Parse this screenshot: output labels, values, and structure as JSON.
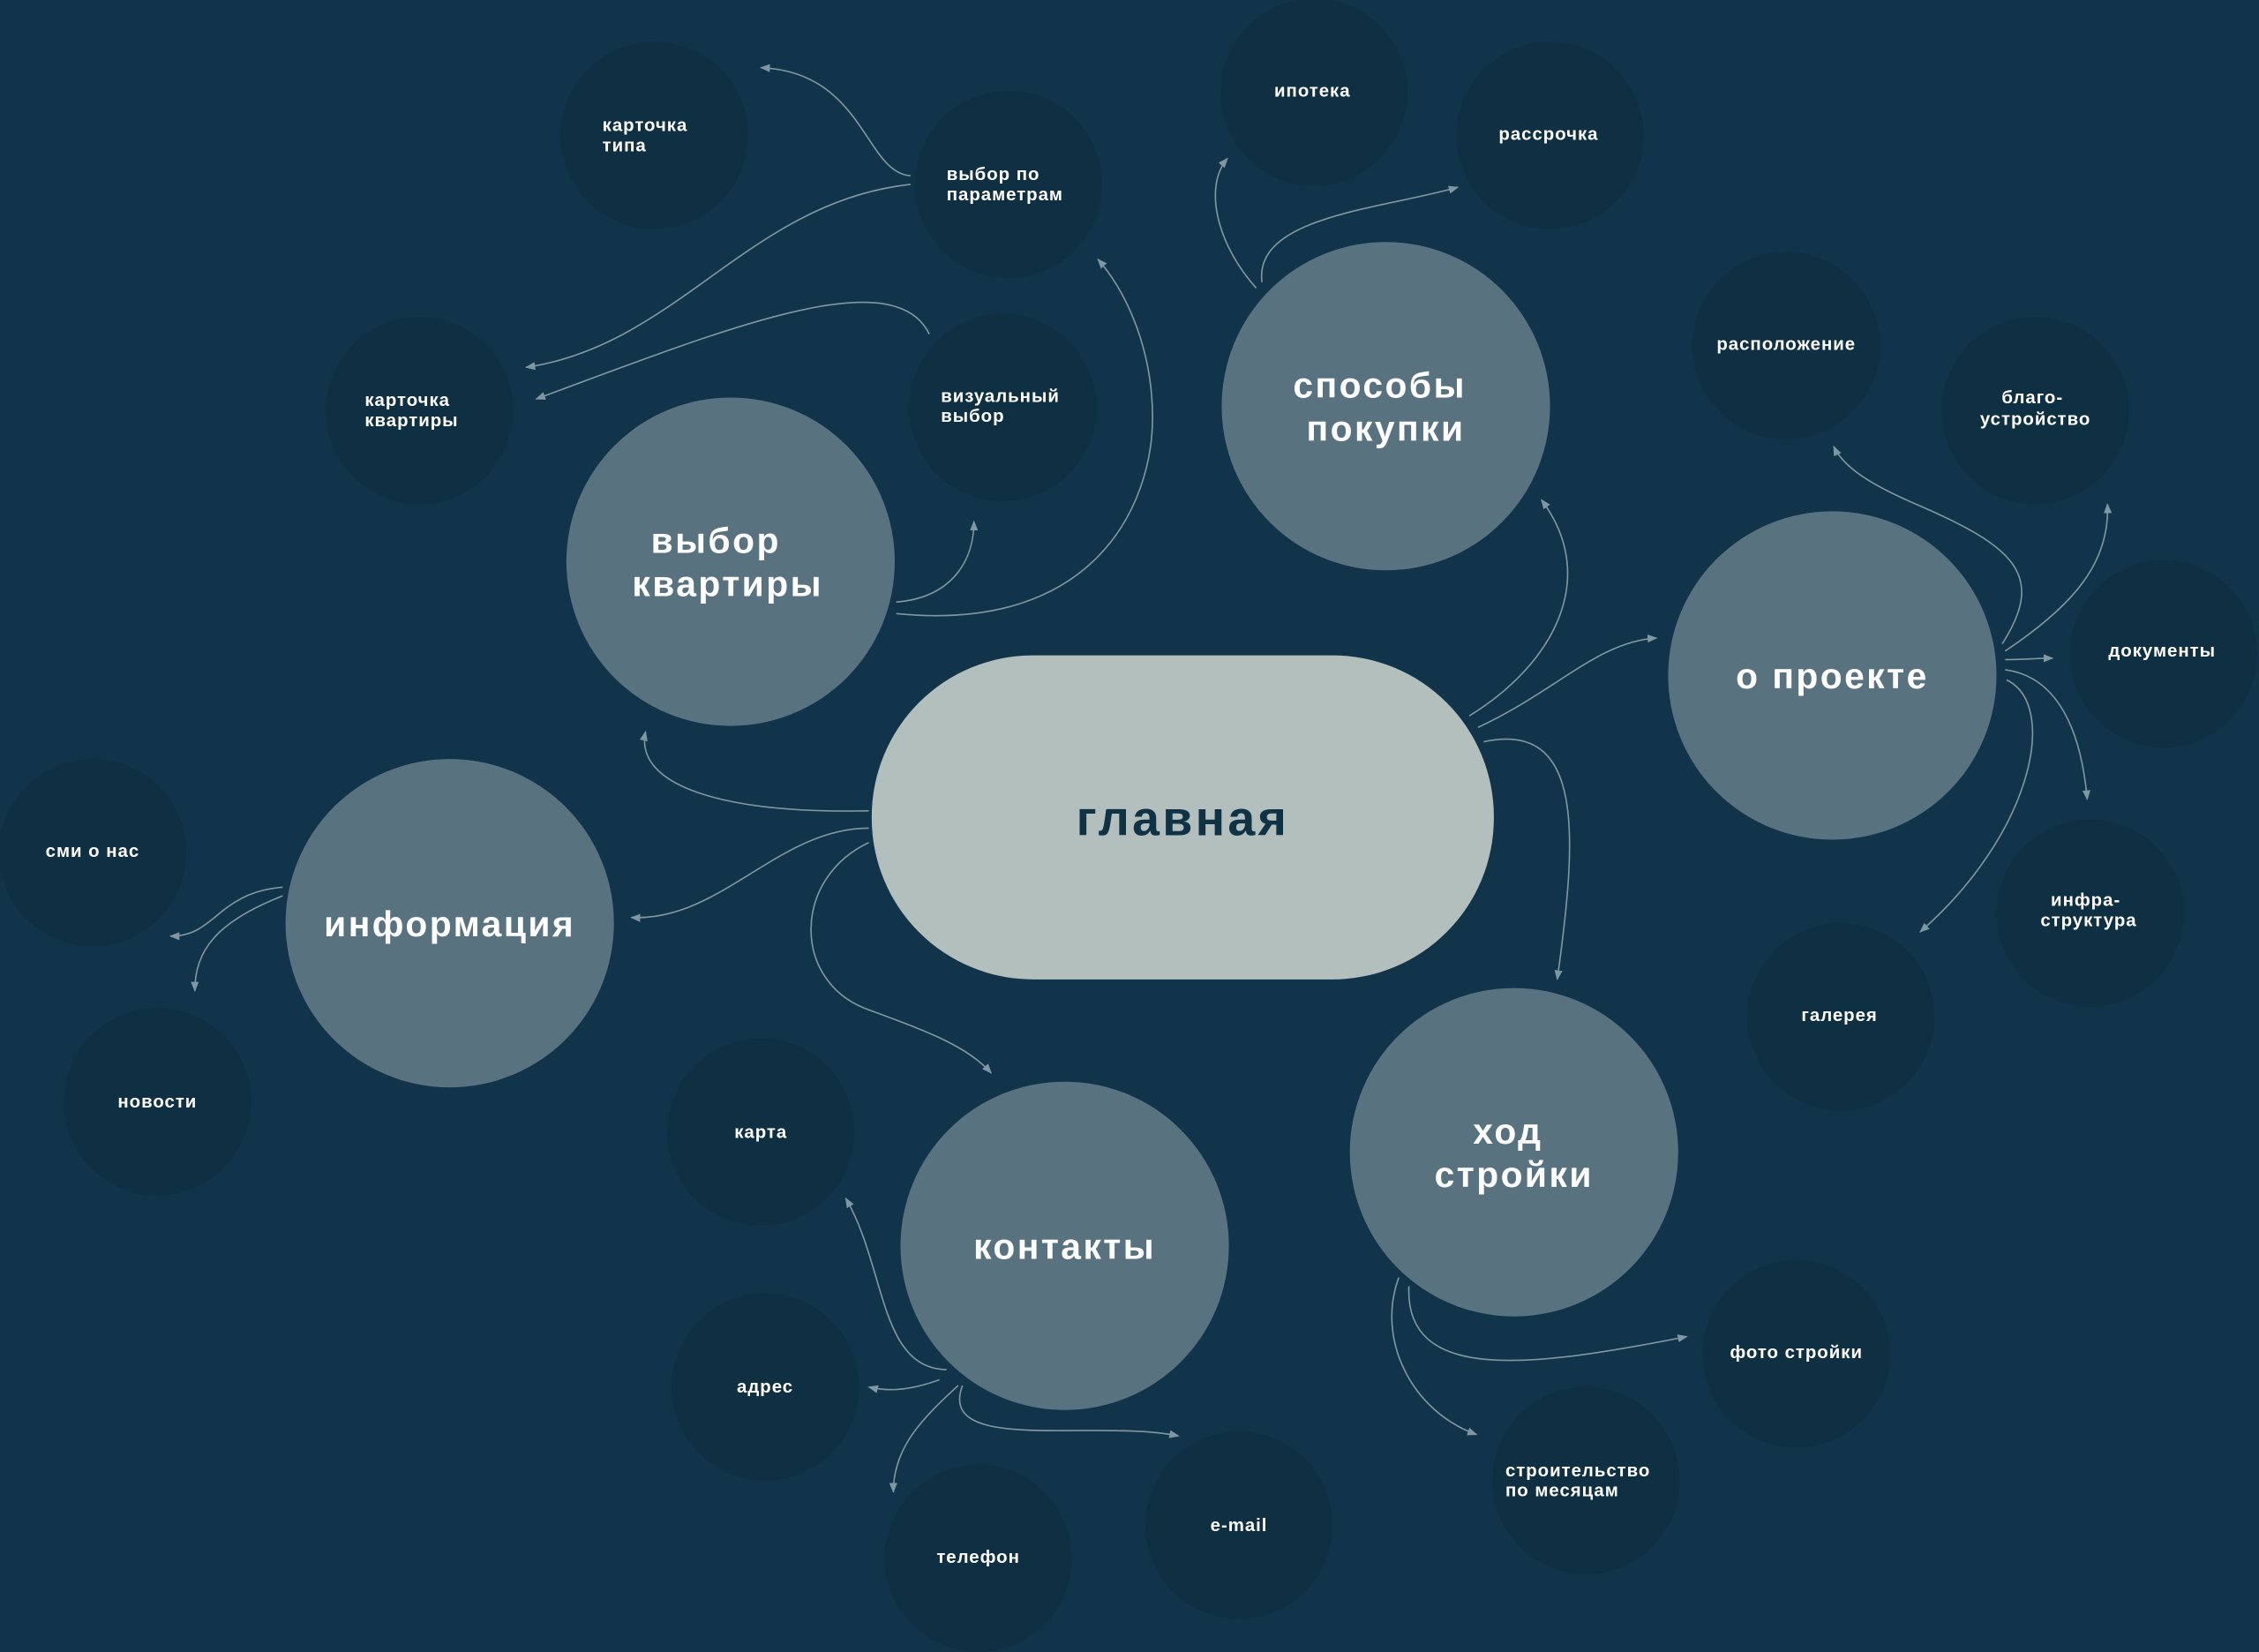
{
  "colors": {
    "background": "#12344a",
    "main_node": "#b3bfbd",
    "section_node": "#587280",
    "leaf_node": "#0f2f42",
    "arrow": "#7f97a2"
  },
  "main": {
    "label": "главная"
  },
  "sections": {
    "flat_choice": {
      "lines": [
        "выбор",
        "квартиры"
      ]
    },
    "purchase": {
      "lines": [
        "способы",
        "покупки"
      ]
    },
    "about": {
      "lines": [
        "о проекте"
      ]
    },
    "info": {
      "lines": [
        "информация"
      ]
    },
    "contacts": {
      "lines": [
        "контакты"
      ]
    },
    "construction": {
      "lines": [
        "ход",
        "стройки"
      ]
    }
  },
  "leaves": {
    "type_card": {
      "lines": [
        "карточка",
        "типа"
      ]
    },
    "param_choice": {
      "lines": [
        "выбор по",
        "параметрам"
      ]
    },
    "flat_card": {
      "lines": [
        "карточка",
        "квартиры"
      ]
    },
    "visual_choice": {
      "lines": [
        "визуальный",
        "выбор"
      ]
    },
    "mortgage": {
      "lines": [
        "ипотека"
      ]
    },
    "installment": {
      "lines": [
        "рассрочка"
      ]
    },
    "location": {
      "lines": [
        "расположение"
      ]
    },
    "landscaping": {
      "lines": [
        "благо-",
        "устройство"
      ]
    },
    "documents": {
      "lines": [
        "документы"
      ]
    },
    "infrastructure": {
      "lines": [
        "инфра-",
        "структура"
      ]
    },
    "gallery": {
      "lines": [
        "галерея"
      ]
    },
    "media": {
      "lines": [
        "сми о нас"
      ]
    },
    "news": {
      "lines": [
        "новости"
      ]
    },
    "map": {
      "lines": [
        "карта"
      ]
    },
    "address": {
      "lines": [
        "адрес"
      ]
    },
    "phone": {
      "lines": [
        "телефон"
      ]
    },
    "email": {
      "lines": [
        "e-mail"
      ]
    },
    "monthly": {
      "lines": [
        "строительство",
        "по месяцам"
      ]
    },
    "photos": {
      "lines": [
        "фото стройки"
      ]
    }
  }
}
